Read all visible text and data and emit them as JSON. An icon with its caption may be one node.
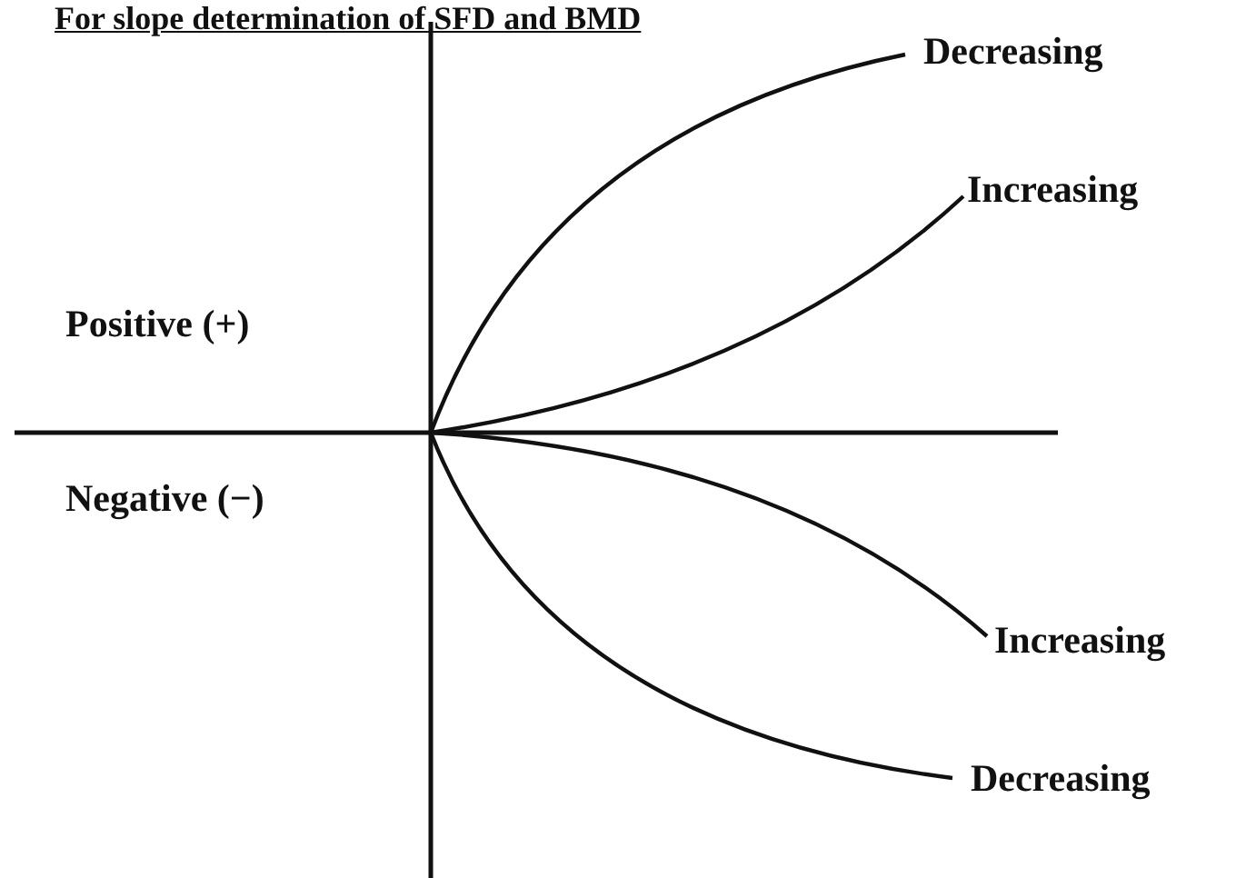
{
  "diagram": {
    "title": "For slope determination of SFD and BMD",
    "labels": [
      "Decreasing",
      "Increasing",
      "Positive (+)",
      "Negative (−)",
      "Increasing",
      "Decreasing"
    ]
  }
}
